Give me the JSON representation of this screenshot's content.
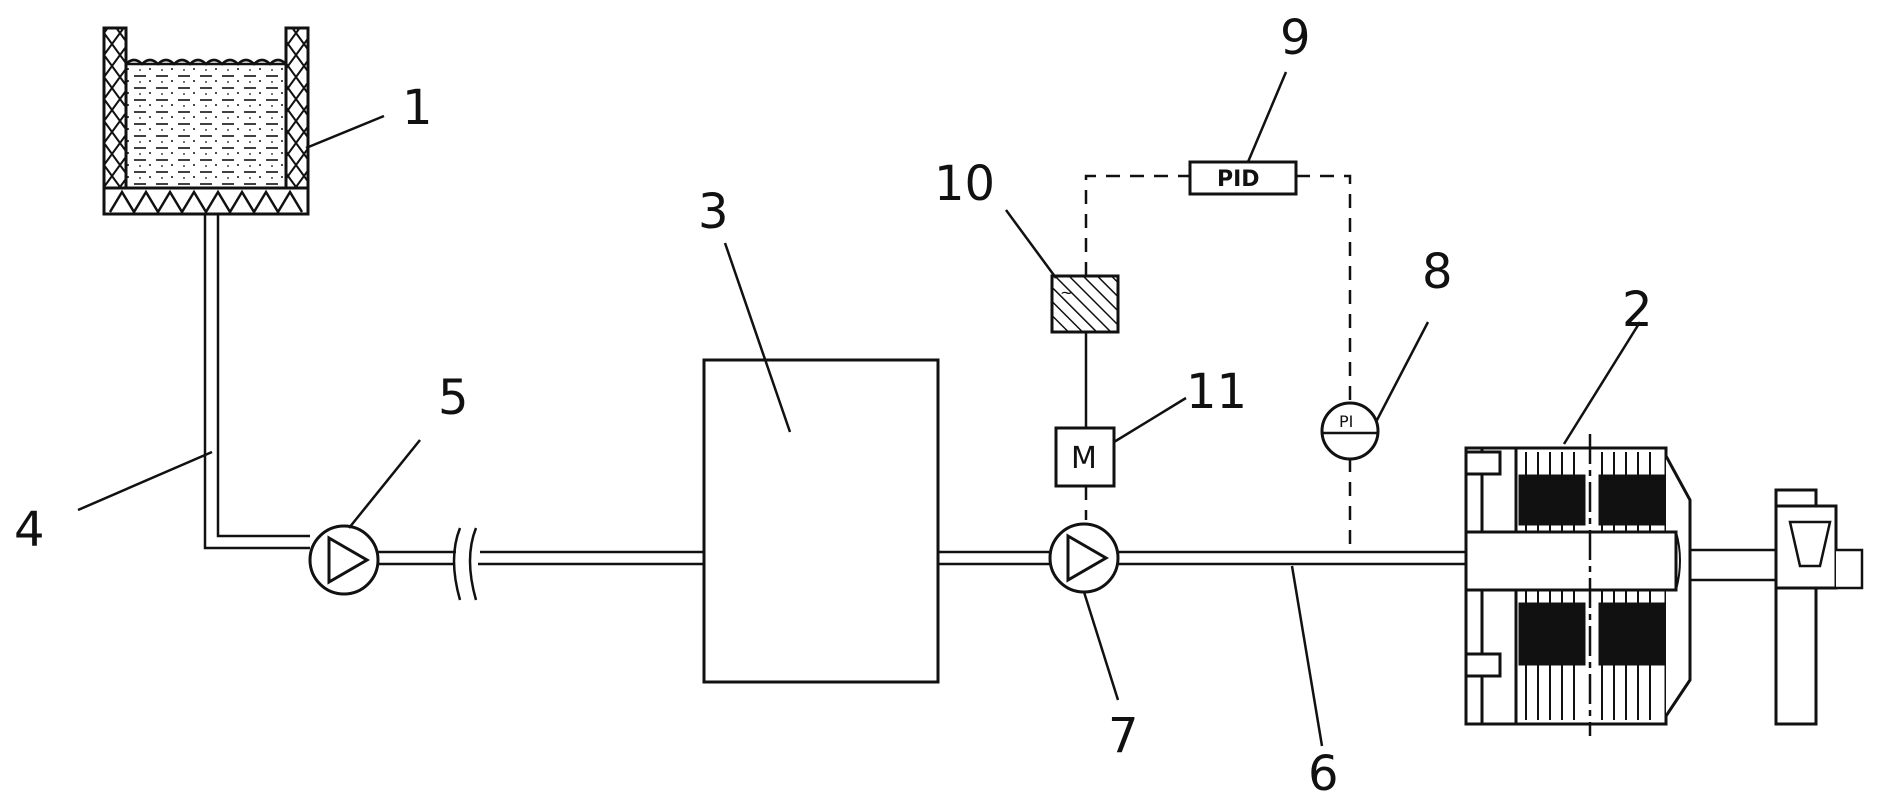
{
  "labels": {
    "n1": "1",
    "n2": "2",
    "n3": "3",
    "n4": "4",
    "n5": "5",
    "n6": "6",
    "n7": "7",
    "n8": "8",
    "n9": "9",
    "n10": "10",
    "n11": "11"
  },
  "instruments": {
    "pid": "PID",
    "pressure_indicator": "PI",
    "motor": "M"
  },
  "colors": {
    "line": "#111111",
    "fill_dark": "#111111",
    "background": "#ffffff"
  }
}
